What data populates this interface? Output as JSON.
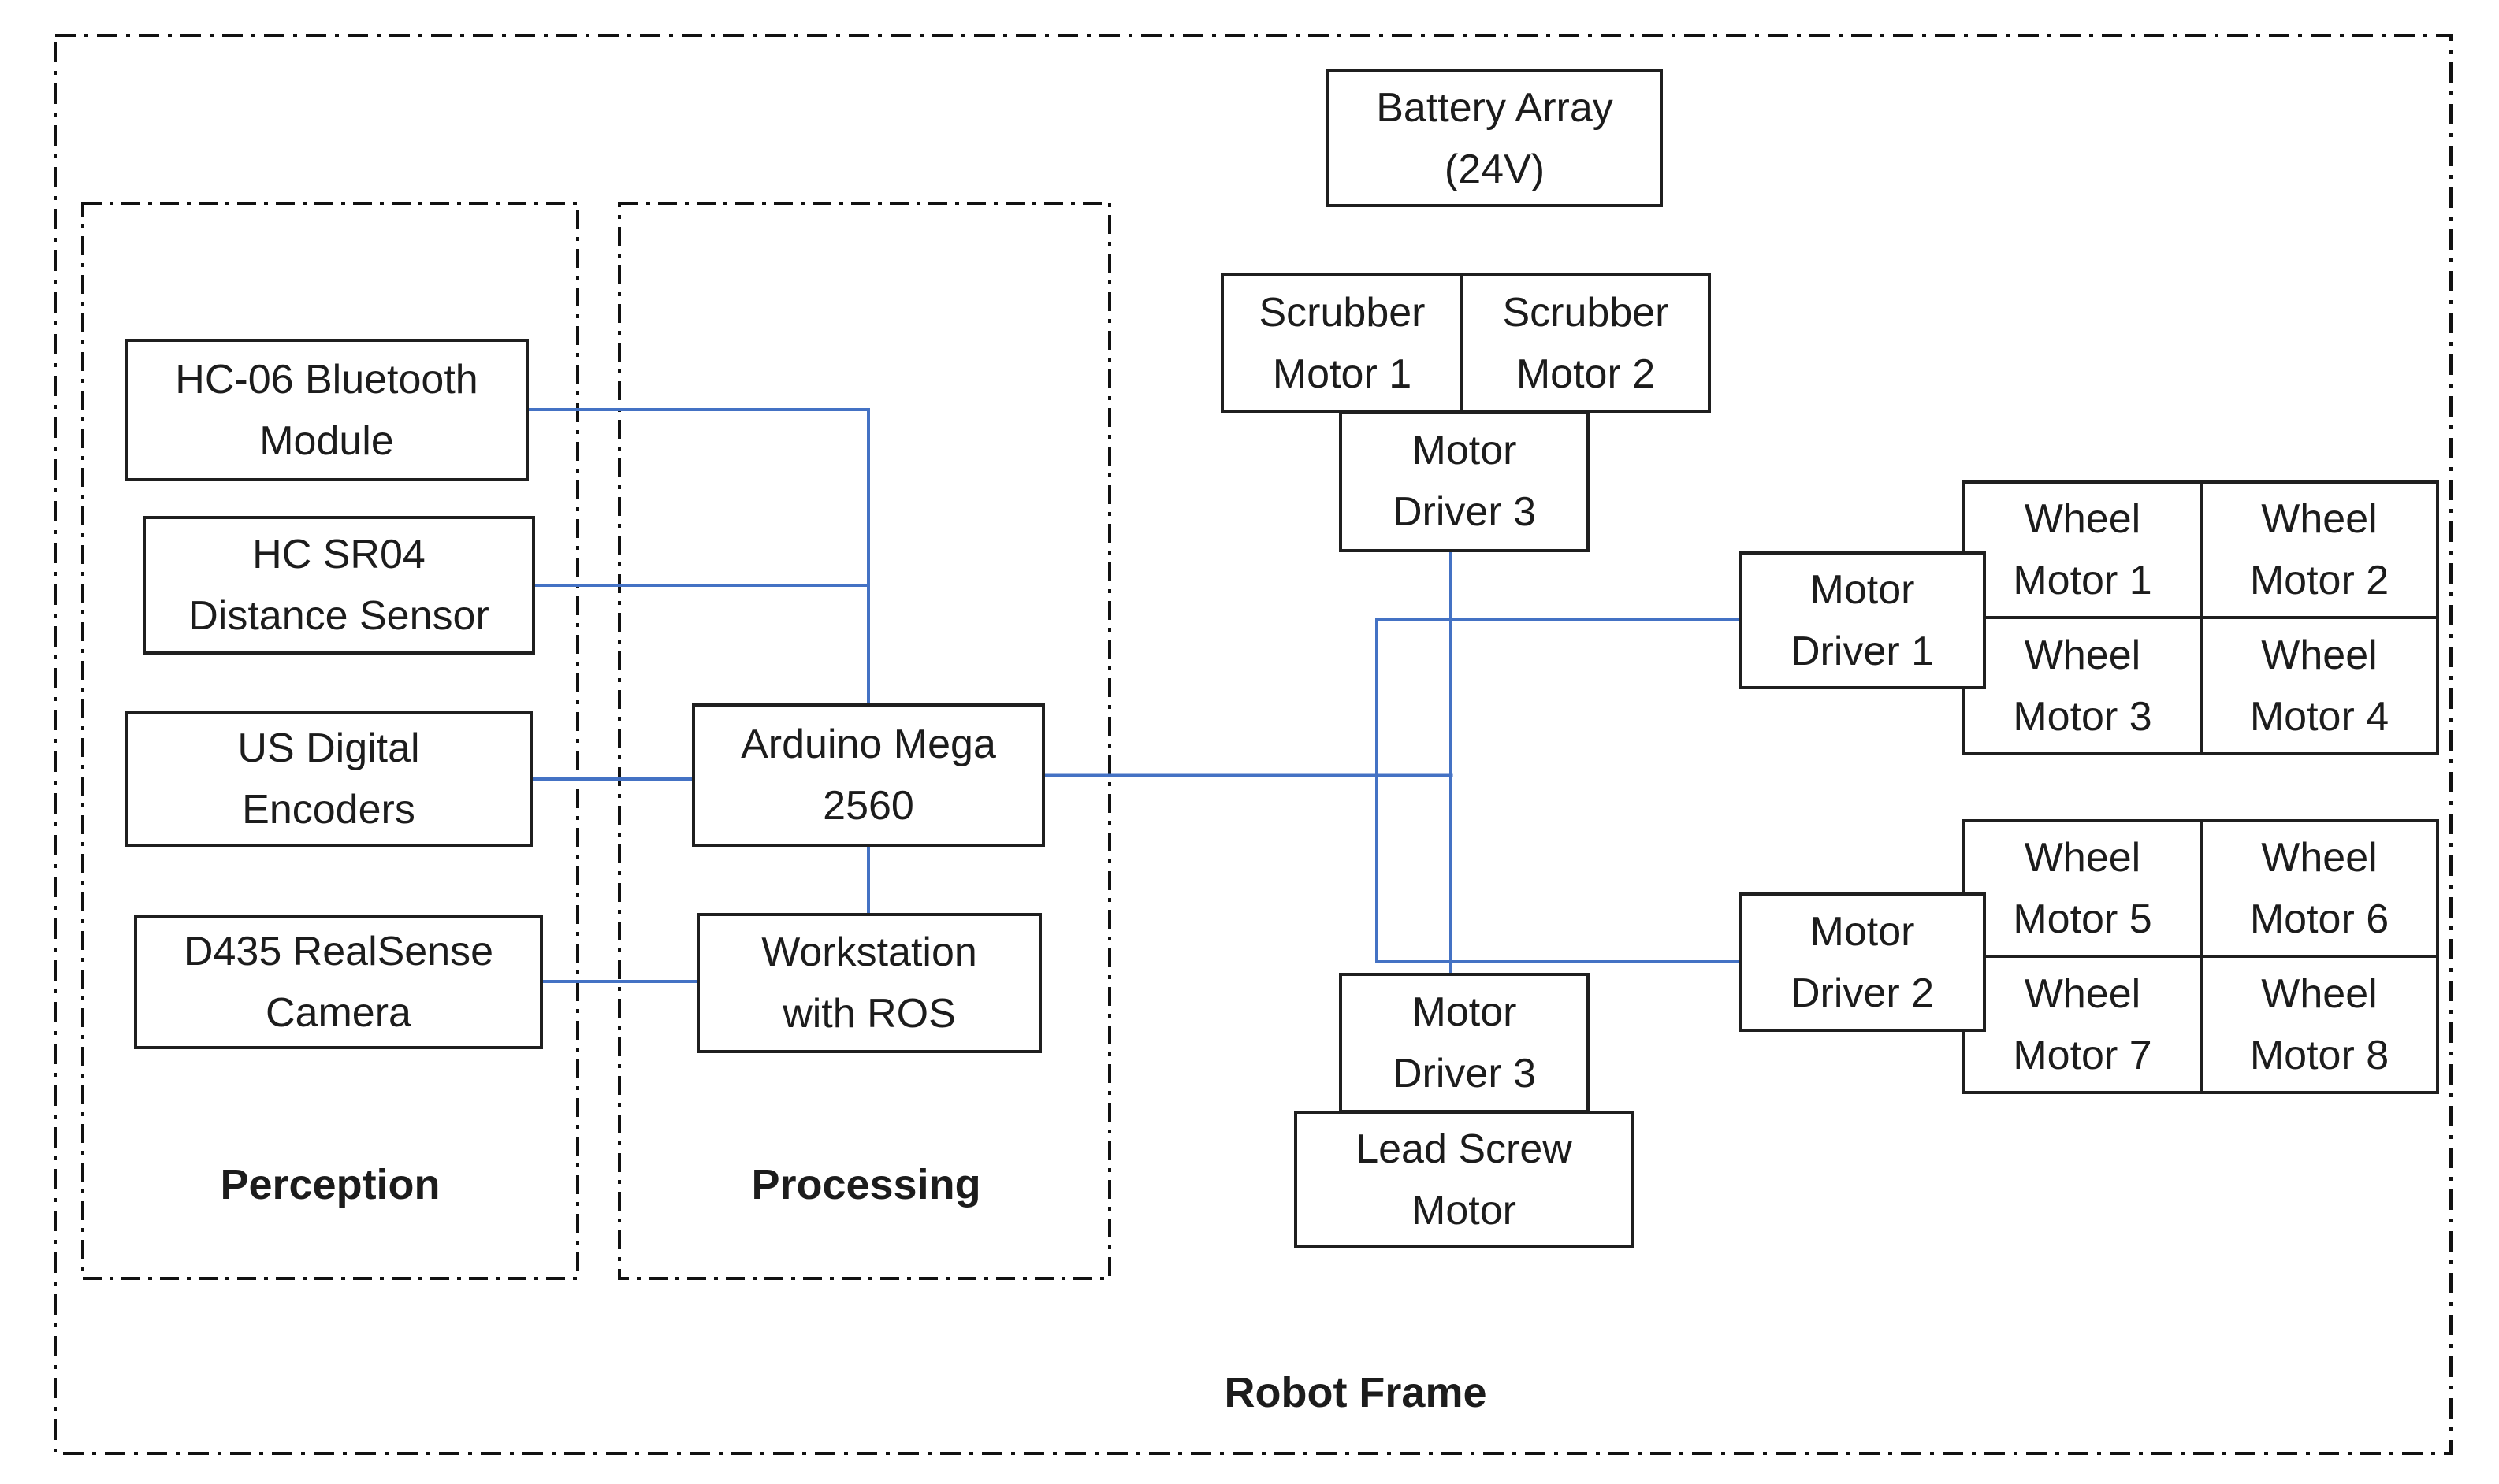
{
  "colors": {
    "accent": "#4472C4",
    "box_border": "#1f1f1f",
    "text": "#1c1c1c",
    "background": "#ffffff"
  },
  "frame": {
    "label": "Robot Frame"
  },
  "groups": {
    "perception": {
      "label": "Perception"
    },
    "processing": {
      "label": "Processing"
    }
  },
  "boxes": [
    {
      "id": "wheel-motor-1",
      "lines": [
        "Wheel",
        "Motor 1"
      ]
    },
    {
      "id": "wheel-motor-2",
      "lines": [
        "Wheel",
        "Motor 2"
      ]
    },
    {
      "id": "wheel-motor-3",
      "lines": [
        "Wheel",
        "Motor 3"
      ]
    },
    {
      "id": "wheel-motor-4",
      "lines": [
        "Wheel",
        "Motor 4"
      ]
    },
    {
      "id": "wheel-motor-5",
      "lines": [
        "Wheel",
        "Motor 5"
      ]
    },
    {
      "id": "wheel-motor-6",
      "lines": [
        "Wheel",
        "Motor 6"
      ]
    },
    {
      "id": "wheel-motor-7",
      "lines": [
        "Wheel",
        "Motor 7"
      ]
    },
    {
      "id": "wheel-motor-8",
      "lines": [
        "Wheel",
        "Motor 8"
      ]
    },
    {
      "id": "battery-array",
      "lines": [
        "Battery Array",
        "(24V)"
      ]
    },
    {
      "id": "scrubber-motor-1",
      "lines": [
        "Scrubber",
        "Motor 1"
      ]
    },
    {
      "id": "scrubber-motor-2",
      "lines": [
        "Scrubber",
        "Motor 2"
      ]
    },
    {
      "id": "motor-driver-3-top",
      "lines": [
        "Motor",
        "Driver 3"
      ]
    },
    {
      "id": "hc06-bluetooth-module",
      "lines": [
        "HC-06 Bluetooth",
        "Module"
      ]
    },
    {
      "id": "hc-sr04-distance-sensor",
      "lines": [
        "HC SR04",
        "Distance Sensor"
      ]
    },
    {
      "id": "us-digital-encoders",
      "lines": [
        "US Digital",
        "Encoders"
      ]
    },
    {
      "id": "d435-realsense-camera",
      "lines": [
        "D435 RealSense",
        "Camera"
      ]
    },
    {
      "id": "arduino-mega-2560",
      "lines": [
        "Arduino Mega",
        "2560"
      ]
    },
    {
      "id": "workstation-with-ros",
      "lines": [
        "Workstation",
        "with ROS"
      ]
    },
    {
      "id": "motor-driver-1",
      "lines": [
        "Motor",
        "Driver 1"
      ]
    },
    {
      "id": "motor-driver-2",
      "lines": [
        "Motor",
        "Driver 2"
      ]
    },
    {
      "id": "motor-driver-3-bottom",
      "lines": [
        "Motor",
        "Driver 3"
      ]
    },
    {
      "id": "lead-screw-motor",
      "lines": [
        "Lead Screw",
        "Motor"
      ]
    }
  ],
  "connections": [
    {
      "from": "hc06-bluetooth-module",
      "to": "arduino-mega-2560"
    },
    {
      "from": "hc-sr04-distance-sensor",
      "to": "arduino-mega-2560"
    },
    {
      "from": "us-digital-encoders",
      "to": "arduino-mega-2560"
    },
    {
      "from": "d435-realsense-camera",
      "to": "workstation-with-ros"
    },
    {
      "from": "arduino-mega-2560",
      "to": "workstation-with-ros"
    },
    {
      "from": "arduino-mega-2560",
      "to": "motor-driver-1"
    },
    {
      "from": "arduino-mega-2560",
      "to": "motor-driver-2"
    },
    {
      "from": "motor-driver-3-top",
      "to": "motor-driver-3-bottom"
    }
  ]
}
